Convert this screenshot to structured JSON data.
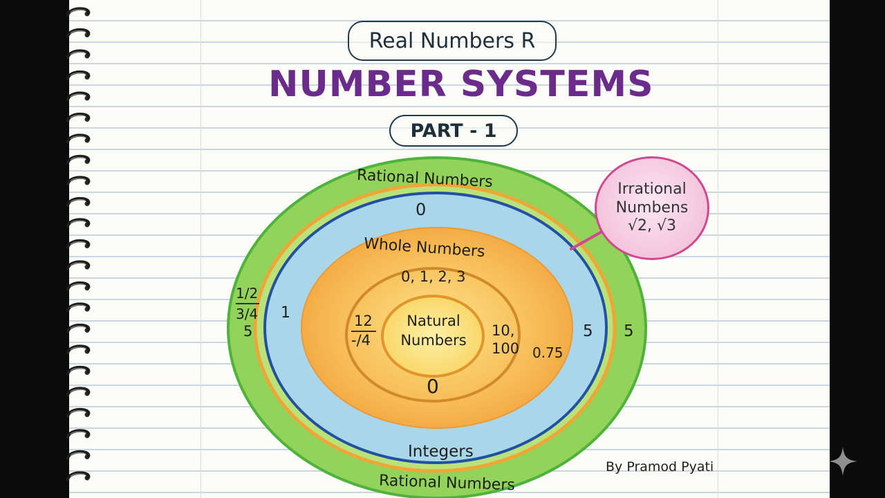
{
  "header": {
    "subtitle": "Real Numbers R",
    "title": "NUMBER SYSTEMS",
    "part": "PART - 1"
  },
  "diagram": {
    "rational_top": "Rational Numbers",
    "rational_bottom": "Rational Numbers",
    "rational_left_values": [
      "1/2",
      "3/4",
      "5"
    ],
    "rational_right_value": "5",
    "integers_label": "Integers",
    "integers_top_value": "0",
    "integers_left_value": "1",
    "integers_right_value": "5",
    "whole_label": "Whole Numbers",
    "whole_top_values": "0, 1, 2, 3",
    "whole_bottom_value": "0",
    "whole_left_values": [
      "12",
      "-/4"
    ],
    "whole_right_values": [
      "10,",
      "100"
    ],
    "whole_decimal": "0.75",
    "natural_label_lines": [
      "Natural",
      "Numbers"
    ],
    "irrational_lines": [
      "Irrational",
      "Numbens",
      "√2, √3"
    ]
  },
  "footer": {
    "author": "By Pramod Pyati"
  },
  "colors": {
    "title_purple": "#6a2b8a",
    "rational_green": "#8fd257",
    "integers_blue": "#a9d6e8",
    "whole_orange": "#f6b24a",
    "natural_yellow": "#fbe07a",
    "irrational_pink": "#f4c5dc",
    "border_navy": "#1f3b4d"
  },
  "icons": {
    "binding": "spiral-binding-icon",
    "sparkle": "sparkle-icon"
  }
}
